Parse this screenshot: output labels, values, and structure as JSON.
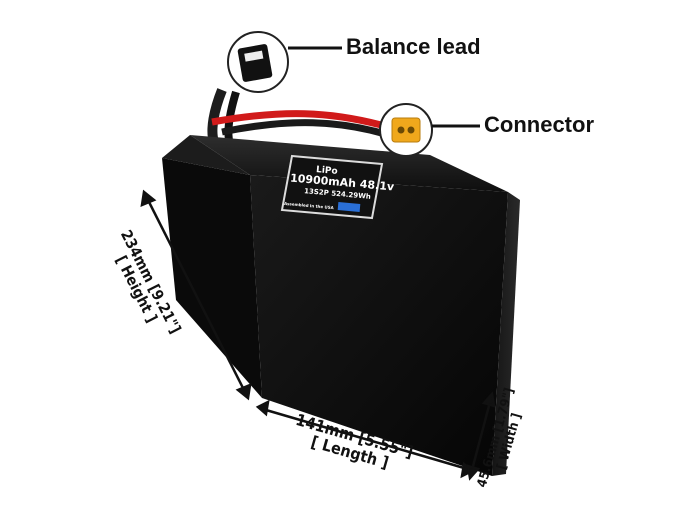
{
  "callouts": {
    "balance_lead": "Balance lead",
    "connector": "Connector"
  },
  "dimensions": {
    "height": {
      "value": "234mm [9.21\"]",
      "caption": "[ Height ]"
    },
    "length": {
      "value": "141mm [5.55\"]",
      "caption": "[ Length ]"
    },
    "width": {
      "value": "45.6mm [1.79\"]",
      "caption": "[ Width ]"
    }
  },
  "battery_label": {
    "type": "LiPo",
    "capacity": "10900mAh 48.1v",
    "config": "13S2P 524.29Wh",
    "assembled": "Assembled In the USA"
  },
  "colors": {
    "battery_body": "#0b0b0b",
    "connector": "#f0a81c",
    "lead_wire": "#d11a1a",
    "label_accent": "#2a6fd6"
  },
  "icons": {
    "balance_lead": "balance-plug-icon",
    "connector": "xt-connector-icon",
    "brand": "brand-logo-icon"
  }
}
